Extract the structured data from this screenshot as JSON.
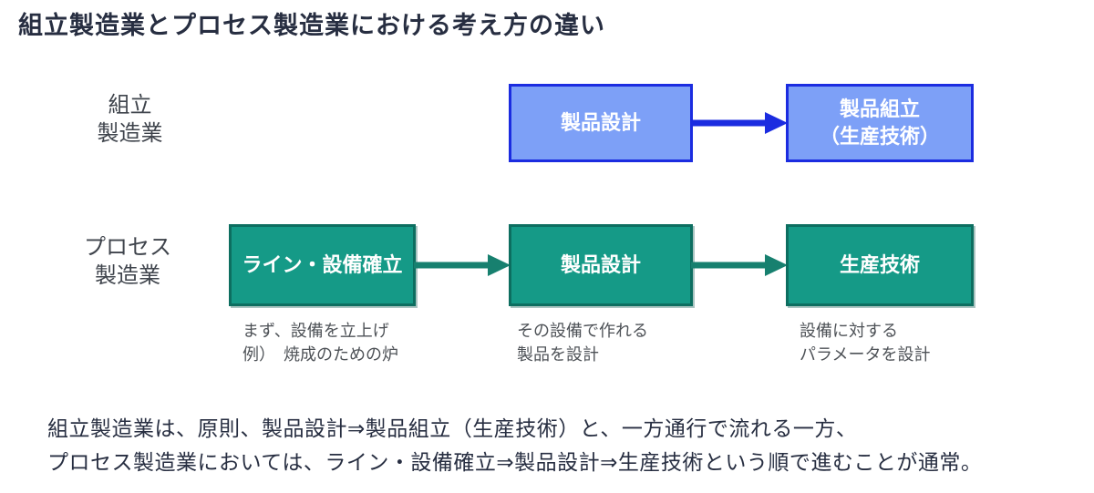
{
  "title": "組立製造業とプロセス製造業における考え方の違い",
  "assembly_row": {
    "label": "組立\n製造業",
    "boxes": [
      {
        "label": "製品設計"
      },
      {
        "label": "製品組立\n（生産技術）"
      }
    ]
  },
  "process_row": {
    "label": "プロセス\n製造業",
    "boxes": [
      {
        "label": "ライン・設備確立",
        "note": "まず、設備を立上げ\n例）　焼成のための炉"
      },
      {
        "label": "製品設計",
        "note": "その設備で作れる\n製品を設計"
      },
      {
        "label": "生産技術",
        "note": "設備に対する\nパラメータを設計"
      }
    ]
  },
  "footer": {
    "line1": "組立製造業は、原則、製品設計⇒製品組立（生産技術）と、一方通行で流れる一方、",
    "line2": "プロセス製造業においては、ライン・設備確立⇒製品設計⇒生産技術という順で進むことが通常。"
  },
  "colors": {
    "background": "#ffffff",
    "title_text": "#272e41",
    "row_label_text": "#3f444c",
    "assembly_box_fill": "#7da0f7",
    "assembly_box_border": "#1b2ce0",
    "assembly_arrow": "#1b2ce0",
    "process_box_fill": "#159a87",
    "process_box_border": "#0d6e60",
    "process_arrow": "#17806f",
    "box_text": "#ffffff",
    "note_text": "#4e5257",
    "footer_text": "#272e41"
  }
}
